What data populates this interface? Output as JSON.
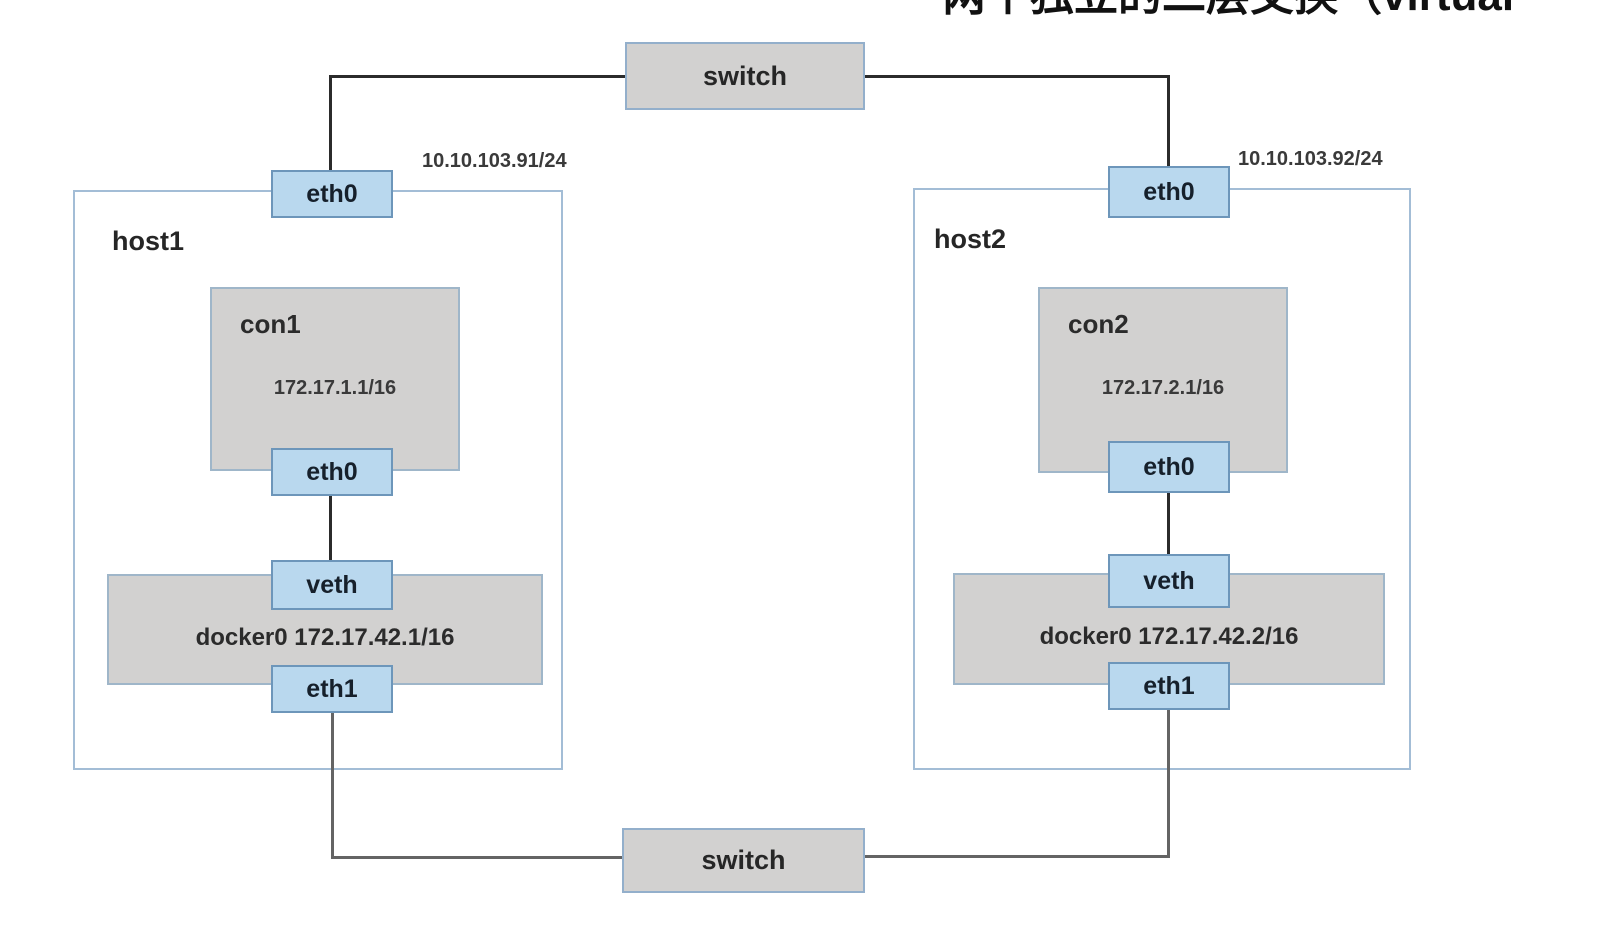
{
  "header_note": "两个独立的二层交换（virtual",
  "colors": {
    "node_gray": "#d2d1d0",
    "iface_blue_fill": "#b9d8ee",
    "iface_blue_border": "#6d96ba",
    "host_border_blue": "#a3bdd6",
    "link_dark": "#2b2b2b",
    "link_gray": "#646464"
  },
  "switch_top": {
    "label": "switch"
  },
  "switch_bottom": {
    "label": "switch"
  },
  "hosts": [
    {
      "name": "host1",
      "nic": {
        "label": "eth0",
        "ip": "10.10.103.91/24"
      },
      "container": {
        "name": "con1",
        "ip": "172.17.1.1/16",
        "iface": "eth0"
      },
      "bridge": {
        "label": "docker0 172.17.42.1/16",
        "uplink": "veth",
        "downlink": "eth1"
      }
    },
    {
      "name": "host2",
      "nic": {
        "label": "eth0",
        "ip": "10.10.103.92/24"
      },
      "container": {
        "name": "con2",
        "ip": "172.17.2.1/16",
        "iface": "eth0"
      },
      "bridge": {
        "label": "docker0 172.17.42.2/16",
        "uplink": "veth",
        "downlink": "eth1"
      }
    }
  ]
}
